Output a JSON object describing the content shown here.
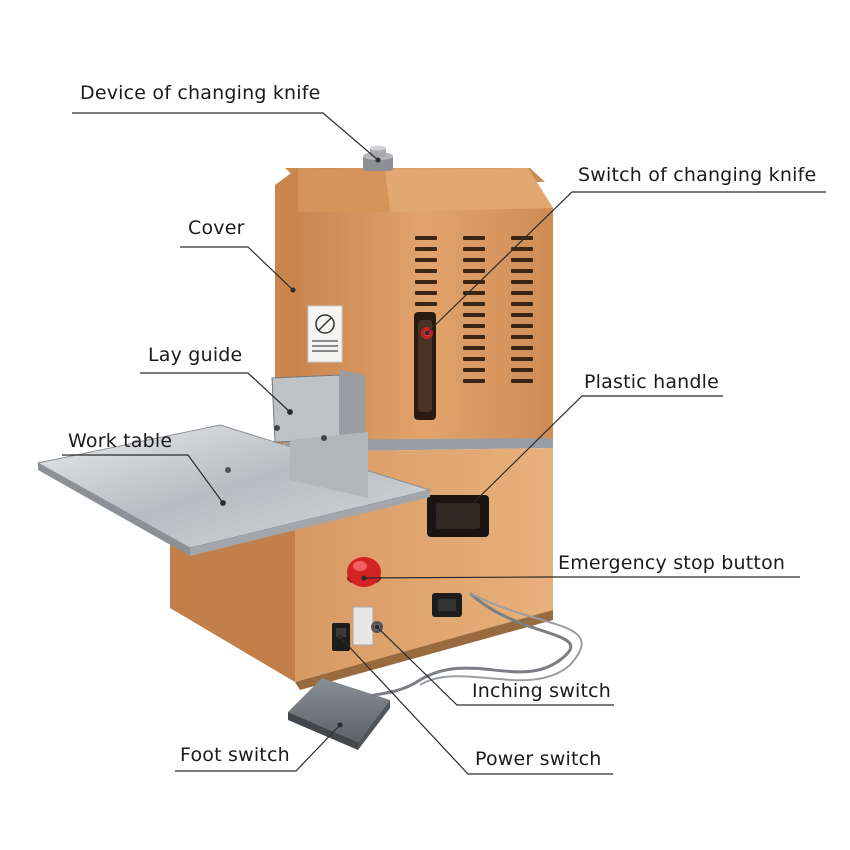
{
  "diagram": {
    "labels": {
      "device_changing_knife": "Device of changing knife",
      "switch_changing_knife": "Switch of changing knife",
      "cover": "Cover",
      "lay_guide": "Lay guide",
      "plastic_handle": "Plastic handle",
      "work_table": "Work table",
      "emergency_stop": "Emergency stop button",
      "inching_switch": "Inching switch",
      "foot_switch": "Foot switch",
      "power_switch": "Power switch"
    },
    "colors": {
      "machine_body": "#d9965f",
      "machine_shadow": "#b8773f",
      "steel": "#c9cccf",
      "stop_button": "#c81e1e",
      "text": "#1a1a1a"
    },
    "icons": [
      "warning-sticker-icon",
      "power-socket-icon",
      "foot-pedal-icon"
    ]
  }
}
